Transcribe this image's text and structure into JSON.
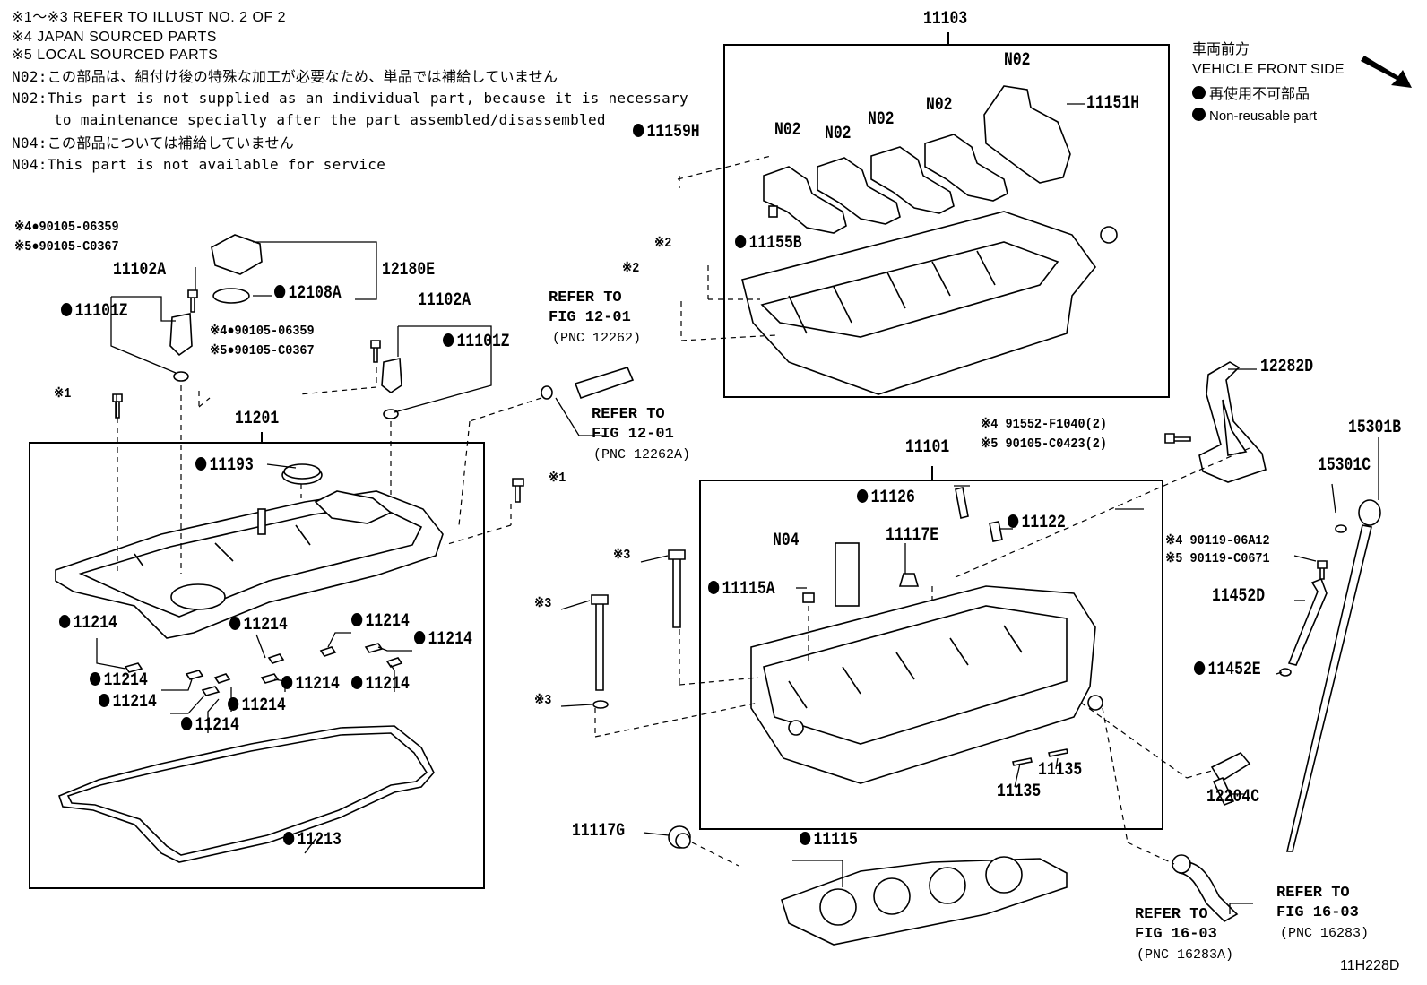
{
  "notes": {
    "n1": "※1～※3 REFER TO ILLUST NO. 2 OF 2",
    "n2": "※4 JAPAN SOURCED PARTS",
    "n3": "※5 LOCAL SOURCED PARTS",
    "n4": "N02:この部品は、組付け後の特殊な加工が必要なため、単品では補給していません",
    "n5": "N02:This part is not supplied as an individual part, because it is necessary",
    "n6": "to maintenance specially after the part assembled/disassembled",
    "n7": "N04:この部品については補給していません",
    "n8": "N04:This part is not available for service"
  },
  "legend": {
    "front_jp": "車両前方",
    "front_en": "VEHICLE FRONT SIDE",
    "nonreuse_jp": "再使用不可部品",
    "nonreuse_en": "Non-reusable part"
  },
  "diagram_code": "11H228D",
  "labels": {
    "p11103": "11103",
    "p11201": "11201",
    "p11101": "11101",
    "n02_a": "N02",
    "n02_b": "N02",
    "n02_c": "N02",
    "n02_d": "N02",
    "n02_e": "N02",
    "n04": "N04",
    "p11151H": "11151H",
    "p11159H": "11159H",
    "p11155B": "11155B",
    "x2_a": "※2",
    "x2_b": "※2",
    "p90105_06359_a": "※4●90105-06359",
    "p90105_C0367_a": "※5●90105-C0367",
    "p12180E": "12180E",
    "p12108A": "12108A",
    "p11102A_a": "11102A",
    "p11101Z_a": "11101Z",
    "p11102A_b": "11102A",
    "p90105_06359_b": "※4●90105-06359",
    "p90105_C0367_b": "※5●90105-C0367",
    "p11101Z_b": "11101Z",
    "x1_a": "※1",
    "x1_b": "※1",
    "p11193": "11193",
    "p11214_1": "11214",
    "p11214_2": "11214",
    "p11214_3": "11214",
    "p11214_4": "11214",
    "p11214_5": "11214",
    "p11214_6": "11214",
    "p11214_7": "11214",
    "p11214_8": "11214",
    "p11214_9": "11214",
    "p11214_10": "11214",
    "p11213": "11213",
    "p12282D": "12282D",
    "p91552_F1040": "※4 91552-F1040(2)",
    "p90105_C0423": "※5 90105-C0423(2)",
    "p15301B": "15301B",
    "p15301C": "15301C",
    "p90119_06A12": "※4 90119-06A12",
    "p90119_C0671": "※5 90119-C0671",
    "p11452D": "11452D",
    "p11452E": "11452E",
    "p12204C": "12204C",
    "p11126": "11126",
    "p11122": "11122",
    "p11117E": "11117E",
    "p11115A": "11115A",
    "x3_a": "※3",
    "x3_b": "※3",
    "x3_c": "※3",
    "p11135_a": "11135",
    "p11135_b": "11135",
    "p11117G": "11117G",
    "p11115": "11115"
  },
  "refs": {
    "r1_line1": "REFER TO",
    "r1_line2": "FIG 12-01",
    "r1_pnc": "(PNC 12262)",
    "r2_line1": "REFER TO",
    "r2_line2": "FIG 12-01",
    "r2_pnc": "(PNC 12262A)",
    "r3_line1": "REFER TO",
    "r3_line2": "FIG 16-03",
    "r3_pnc": "(PNC 16283A)",
    "r4_line1": "REFER TO",
    "r4_line2": "FIG 16-03",
    "r4_pnc": "(PNC 16283)"
  }
}
